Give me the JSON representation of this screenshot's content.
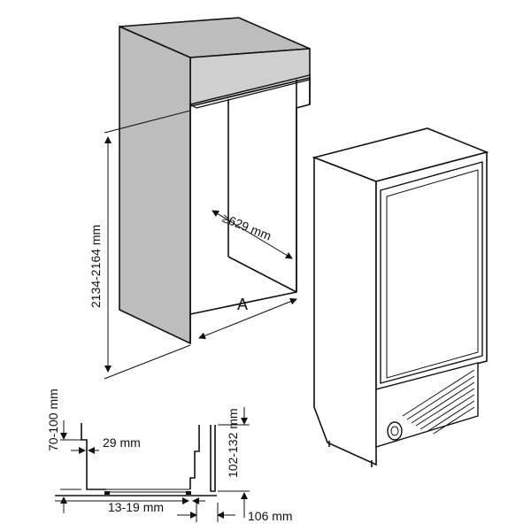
{
  "labels": {
    "height_range": "2134-2164 mm",
    "depth_min": "≥629 mm",
    "width_a": "A",
    "floor_plinth": "70-100 mm",
    "gap_29": "29 mm",
    "gap_13_19": "13-19 mm",
    "vent_102_132": "102-132 mm",
    "gap_106": "106 mm"
  }
}
